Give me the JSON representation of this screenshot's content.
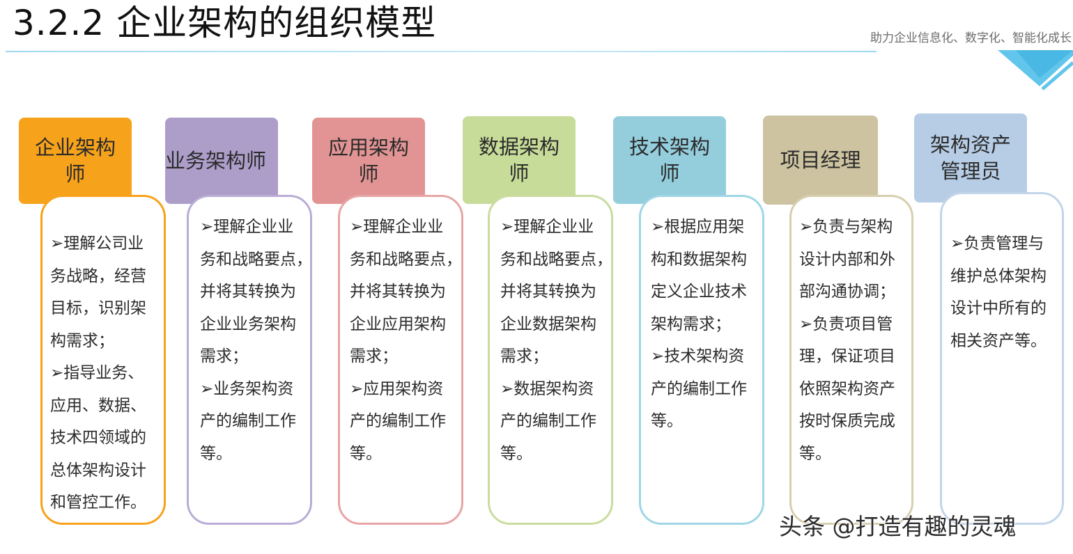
{
  "title": "3.2.2 企业架构的组织模型",
  "subtitle": "助力企业信息化、数字化、智能化成长",
  "roles": [
    {
      "header": "企业架构师",
      "header_lines": [
        "企业架构",
        "师"
      ],
      "header_color": "#f7a21b",
      "border_color": "#f7a21b",
      "description": "➢理解公司业\n务战略，经营\n目标，识别架\n构需求；\n➢指导业务、\n应用、数据、\n技术四领域的\n总体架构设计\n和管控工作。"
    },
    {
      "header": "业务架构师",
      "header_lines": [
        "业务架构师"
      ],
      "header_color": "#ad9ec9",
      "border_color": "#b9acd6",
      "description": "➢理解企业业\n务和战略要点，\n并将其转换为\n企业业务架构\n需求；\n➢业务架构资\n产的编制工作\n等。"
    },
    {
      "header": "应用架构师",
      "header_lines": [
        "应用架构",
        "师"
      ],
      "header_color": "#e29494",
      "border_color": "#e8a5a5",
      "description": "➢理解企业业\n务和战略要点，\n并将其转换为\n企业应用架构\n需求；\n➢应用架构资\n产的编制工作\n等。"
    },
    {
      "header": "数据架构师",
      "header_lines": [
        "数据架构",
        "师"
      ],
      "header_color": "#c7dc99",
      "border_color": "#c9dc9e",
      "description": "➢理解企业业\n务和战略要点，\n并将其转换为\n企业数据架构\n需求；\n➢数据架构资\n产的编制工作\n等。"
    },
    {
      "header": "技术架构师",
      "header_lines": [
        "技术架构",
        "师"
      ],
      "header_color": "#94cedd",
      "border_color": "#9fd6e6",
      "description": "➢根据应用架\n构和数据架构\n定义企业技术\n架构需求；\n➢技术架构资\n产的编制工作\n等。"
    },
    {
      "header": "项目经理",
      "header_lines": [
        "项目经理"
      ],
      "header_color": "#cdc3a0",
      "border_color": "#d6cfae",
      "description": "➢负责与架构\n设计内部和外\n部沟通协调；\n➢负责项目管\n理，保证项目\n依照架构资产\n按时保质完成\n等。"
    },
    {
      "header": "架构资产管理员",
      "header_lines": [
        "架构资产",
        "管理员"
      ],
      "header_color": "#b7cde6",
      "border_color": "#c2d5ea",
      "description": "➢负责管理与\n维护总体架构\n设计中所有的\n相关资产等。"
    }
  ],
  "watermark": "头条 @打造有趣的灵魂"
}
